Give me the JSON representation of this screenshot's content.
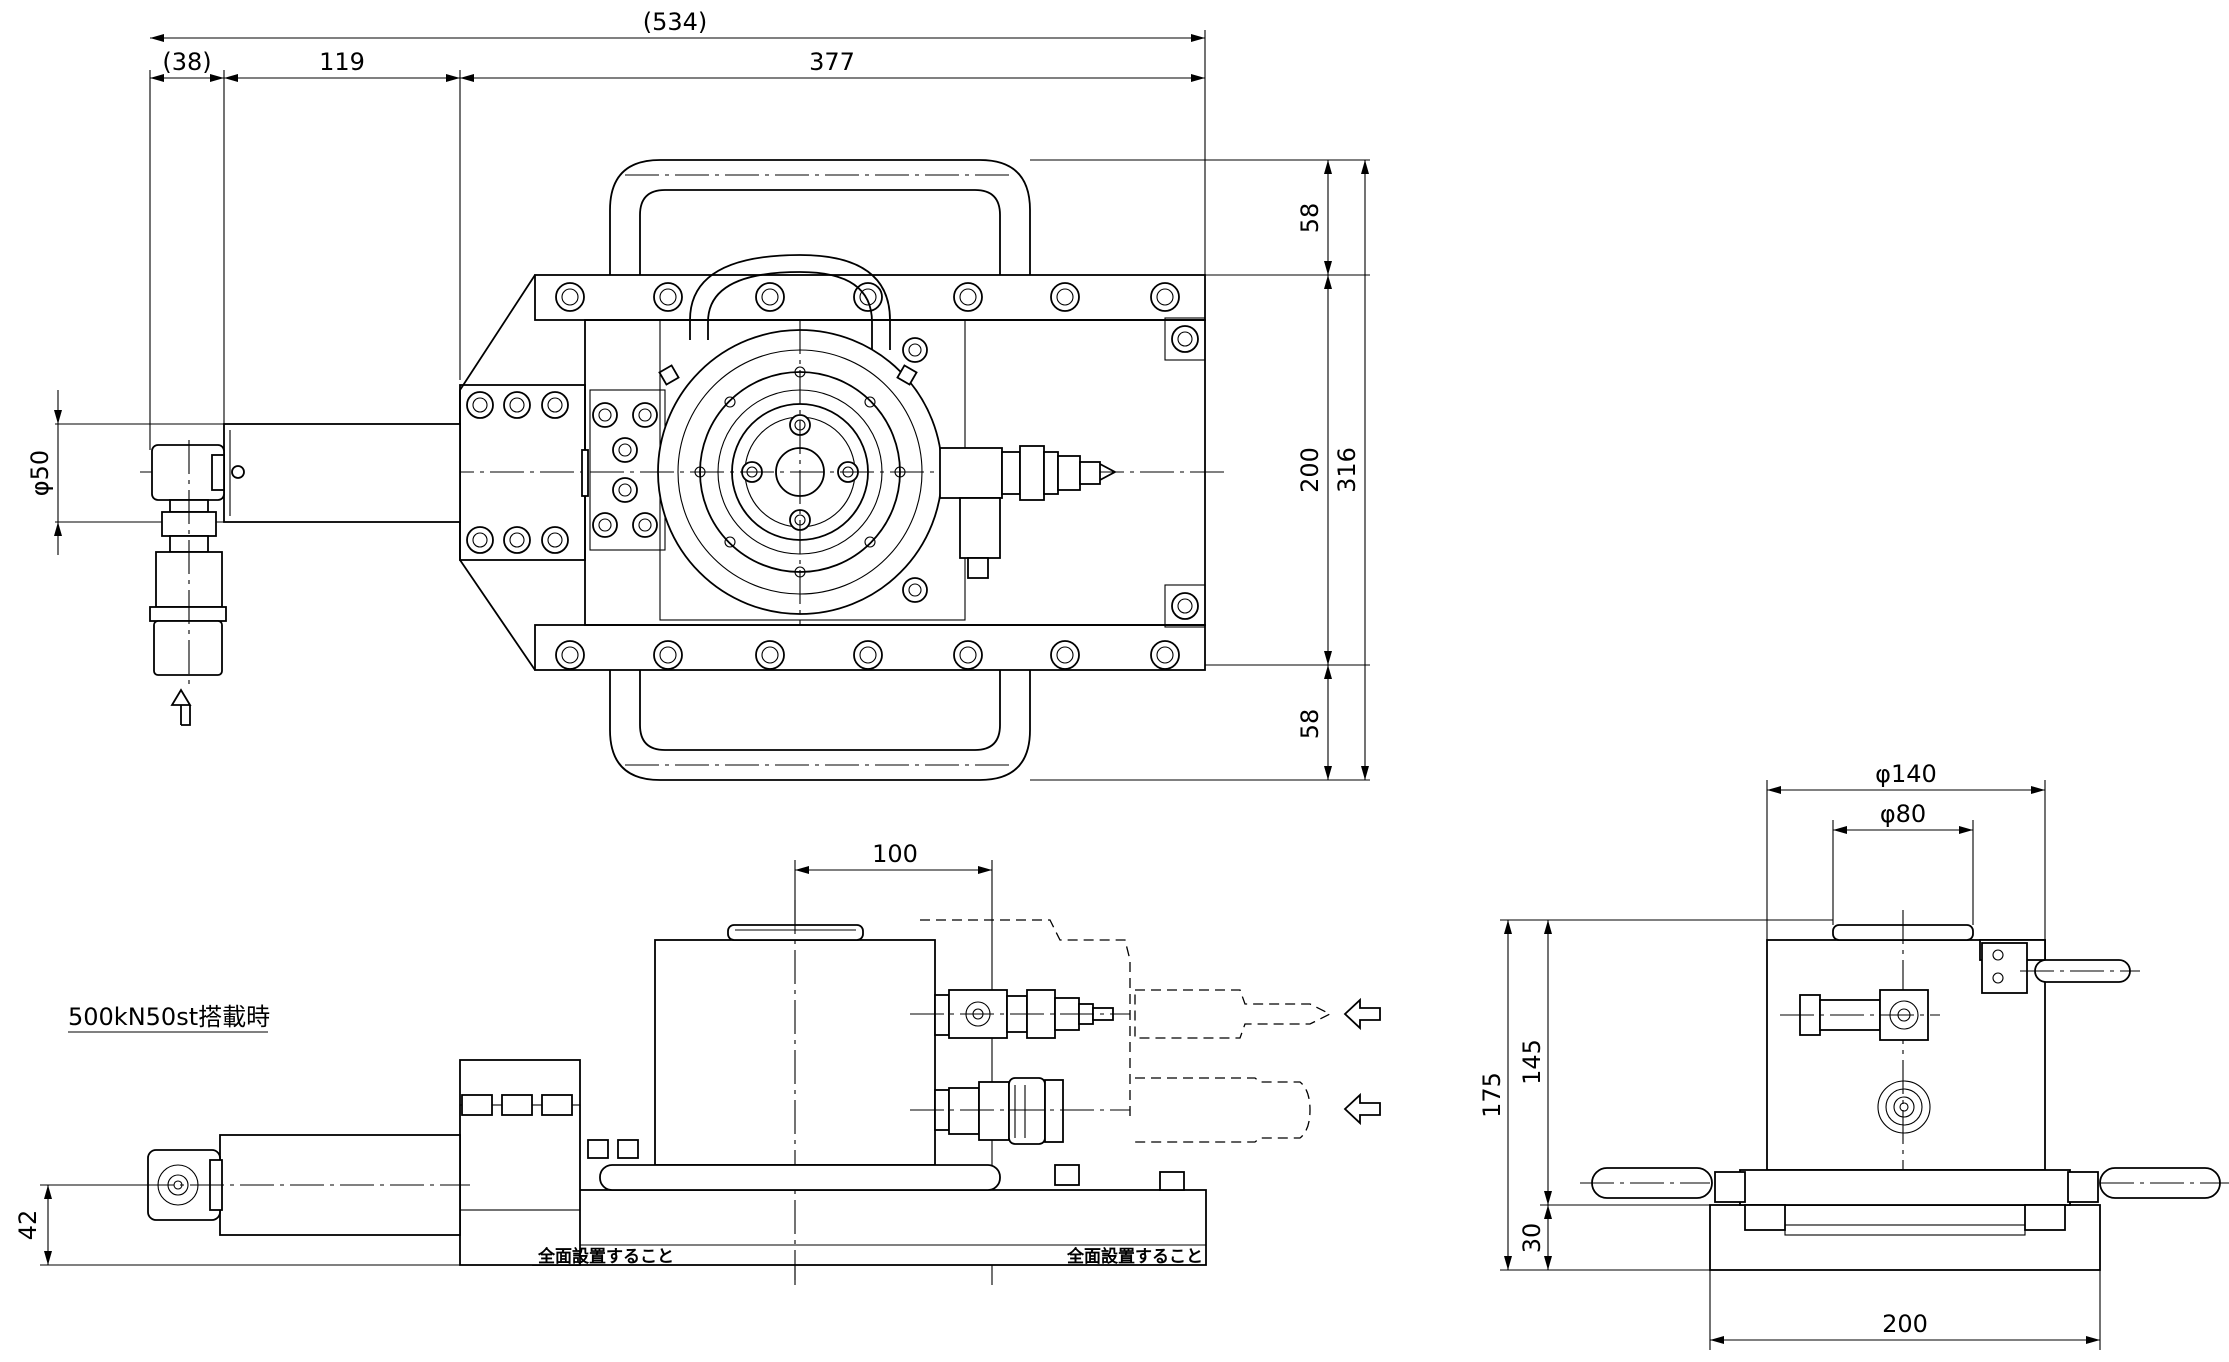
{
  "dimensions": {
    "overall_length": "(534)",
    "fitting_length": "(38)",
    "pump_length": "119",
    "base_length": "377",
    "handle_top": "58",
    "base_width": "200",
    "overall_width": "316",
    "handle_bottom": "58",
    "pump_diameter": "φ50",
    "front_offset": "100",
    "pump_height": "42",
    "cylinder_diameter": "φ140",
    "ram_diameter": "φ80",
    "overall_height": "175",
    "cylinder_height": "145",
    "base_height": "30",
    "side_base_width": "200"
  },
  "notes": {
    "load_condition": "500kN50st搭載時",
    "install_note_left": "全面設置すること",
    "install_note_right": "全面設置すること"
  }
}
